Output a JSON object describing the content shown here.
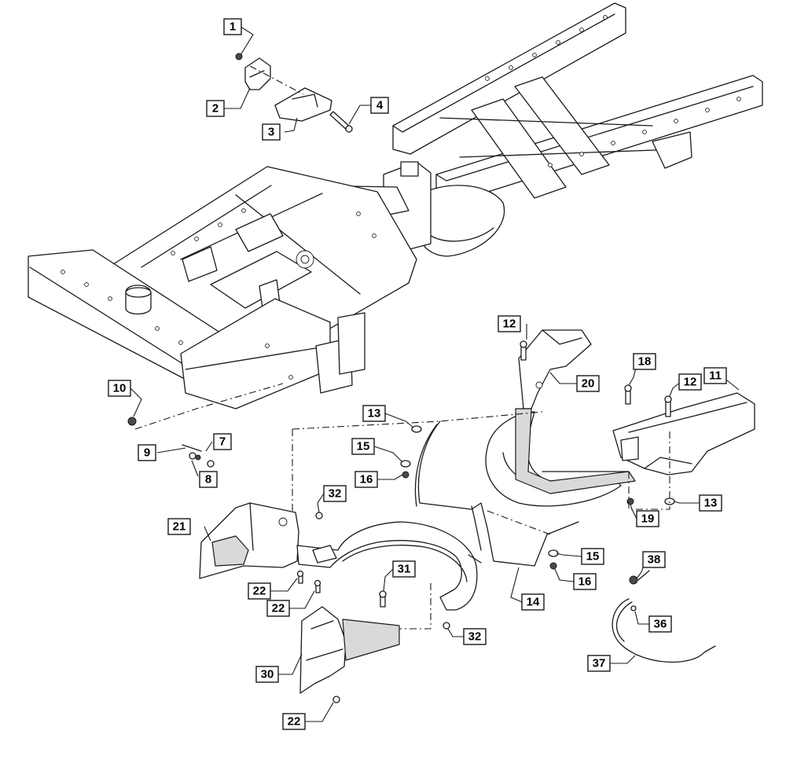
{
  "diagram": {
    "callouts": [
      {
        "id": "c1",
        "label": "1"
      },
      {
        "id": "c2",
        "label": "2"
      },
      {
        "id": "c3",
        "label": "3"
      },
      {
        "id": "c4",
        "label": "4"
      },
      {
        "id": "c7",
        "label": "7"
      },
      {
        "id": "c8",
        "label": "8"
      },
      {
        "id": "c9",
        "label": "9"
      },
      {
        "id": "c10",
        "label": "10"
      },
      {
        "id": "c11",
        "label": "11"
      },
      {
        "id": "c12a",
        "label": "12"
      },
      {
        "id": "c12b",
        "label": "12"
      },
      {
        "id": "c13a",
        "label": "13"
      },
      {
        "id": "c13b",
        "label": "13"
      },
      {
        "id": "c14",
        "label": "14"
      },
      {
        "id": "c15a",
        "label": "15"
      },
      {
        "id": "c15b",
        "label": "15"
      },
      {
        "id": "c16a",
        "label": "16"
      },
      {
        "id": "c16b",
        "label": "16"
      },
      {
        "id": "c18",
        "label": "18"
      },
      {
        "id": "c19",
        "label": "19"
      },
      {
        "id": "c20",
        "label": "20"
      },
      {
        "id": "c21",
        "label": "21"
      },
      {
        "id": "c22a",
        "label": "22"
      },
      {
        "id": "c22b",
        "label": "22"
      },
      {
        "id": "c22c",
        "label": "22"
      },
      {
        "id": "c30",
        "label": "30"
      },
      {
        "id": "c31",
        "label": "31"
      },
      {
        "id": "c32a",
        "label": "32"
      },
      {
        "id": "c32b",
        "label": "32"
      },
      {
        "id": "c36",
        "label": "36"
      },
      {
        "id": "c37",
        "label": "37"
      },
      {
        "id": "c38",
        "label": "38"
      }
    ]
  }
}
